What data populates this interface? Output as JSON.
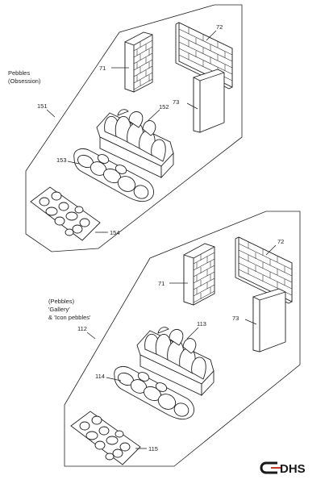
{
  "upper_kit": {
    "group_label_1": "Pebbles",
    "group_label_2": "(Obsession)",
    "group_ref": "151",
    "refs": {
      "left_brick": "71",
      "right_brick": "72",
      "panel": "73",
      "top_tray": "152",
      "bottom_tray": "153",
      "loose_pebbles": "154"
    }
  },
  "lower_kit": {
    "group_label_1": "(Pebbles)",
    "group_label_2": "'Gallery'",
    "group_label_3": "& 'Icon pebbles'",
    "group_ref": "112",
    "refs": {
      "left_brick": "71",
      "right_brick": "72",
      "panel": "73",
      "top_tray": "113",
      "bottom_tray": "114",
      "loose_pebbles": "115"
    }
  },
  "brand": {
    "logo_text": "DHS",
    "logo_color": "#1a1a1a",
    "accent_color": "#c0392b"
  }
}
